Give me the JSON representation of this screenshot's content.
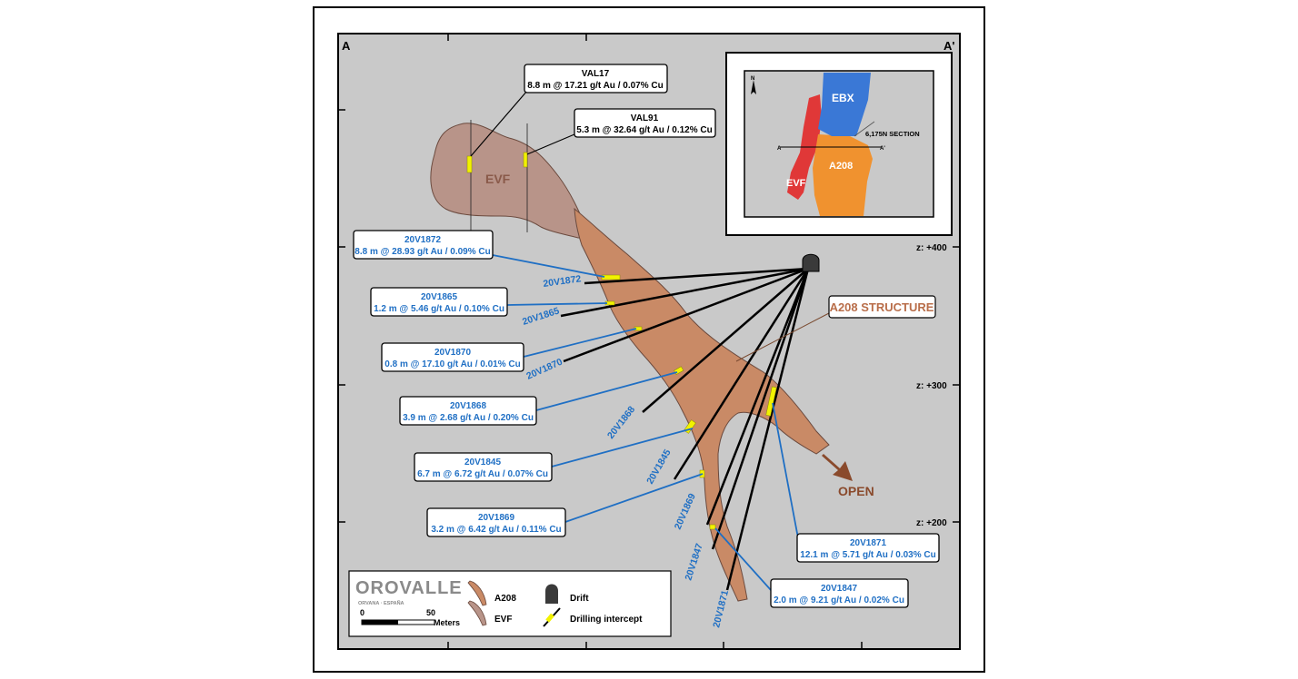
{
  "section": {
    "corner_left": "A",
    "corner_right": "A'",
    "elevations": [
      "z: +400",
      "z: +300",
      "z: +200"
    ],
    "open_label": "OPEN",
    "structure_label": "A208 STRUCTURE",
    "evf_label": "EVF"
  },
  "callouts": [
    {
      "hole": "VAL17",
      "result": "8.8 m @ 17.21 g/t Au / 0.07% Cu",
      "style": "black"
    },
    {
      "hole": "VAL91",
      "result": "5.3 m @ 32.64 g/t Au / 0.12% Cu",
      "style": "black"
    },
    {
      "hole": "20V1872",
      "result": "8.8 m @ 28.93 g/t Au / 0.09% Cu",
      "style": "blue"
    },
    {
      "hole": "20V1865",
      "result": "1.2 m @ 5.46 g/t Au / 0.10% Cu",
      "style": "blue"
    },
    {
      "hole": "20V1870",
      "result": "0.8 m @ 17.10 g/t Au / 0.01% Cu",
      "style": "blue"
    },
    {
      "hole": "20V1868",
      "result": "3.9 m @ 2.68 g/t Au / 0.20% Cu",
      "style": "blue"
    },
    {
      "hole": "20V1845",
      "result": "6.7 m @ 6.72 g/t Au / 0.07% Cu",
      "style": "blue"
    },
    {
      "hole": "20V1869",
      "result": "3.2 m @ 6.42 g/t Au / 0.11% Cu",
      "style": "blue"
    },
    {
      "hole": "20V1871",
      "result": "12.1 m @ 5.71 g/t Au / 0.03% Cu",
      "style": "blue"
    },
    {
      "hole": "20V1847",
      "result": "2.0 m @ 9.21 g/t Au / 0.02% Cu",
      "style": "blue"
    }
  ],
  "hole_labels": [
    "20V1872",
    "20V1865",
    "20V1870",
    "20V1868",
    "20V1845",
    "20V1869",
    "20V1847",
    "20V1871"
  ],
  "inset": {
    "ebx": "EBX",
    "a208": "A208",
    "evf": "EVF",
    "section_label": "6,175N SECTION",
    "a": "A",
    "a_prime": "A'",
    "north": "N"
  },
  "legend": {
    "logo": "OROVALLE",
    "logo_sub": "ORVANA · ESPAÑA",
    "scale_start": "0",
    "scale_end": "50",
    "scale_unit": "Meters",
    "a208": "A208",
    "evf": "EVF",
    "drift": "Drift",
    "intercept": "Drilling intercept"
  },
  "colors": {
    "map_bg": "#c9c9c9",
    "a208": "#c98a66",
    "evf": "#b89489",
    "callout_blue": "#1f6fc4",
    "intercept": "#f2f200",
    "ebx": "#3a78d6",
    "inset_a208": "#f0922f",
    "inset_evf": "#e03838"
  }
}
